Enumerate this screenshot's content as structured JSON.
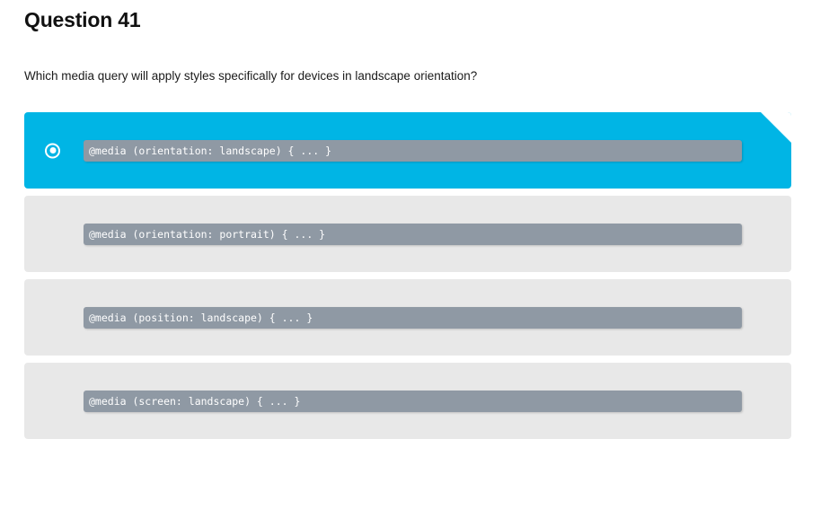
{
  "quiz": {
    "title": "Question 41",
    "question": "Which media query will apply styles specifically for devices in landscape orientation?",
    "selected_index": 0,
    "accent_color": "#00b5e5",
    "option_bg_color": "#e8e8e8",
    "code_bg_color": "#8f99a4",
    "options": [
      {
        "code": "@media (orientation: landscape) { ... }",
        "selected": true
      },
      {
        "code": "@media (orientation: portrait) { ... }",
        "selected": false
      },
      {
        "code": "@media (position: landscape) { ... }",
        "selected": false
      },
      {
        "code": "@media (screen: landscape) { ... }",
        "selected": false
      }
    ]
  }
}
